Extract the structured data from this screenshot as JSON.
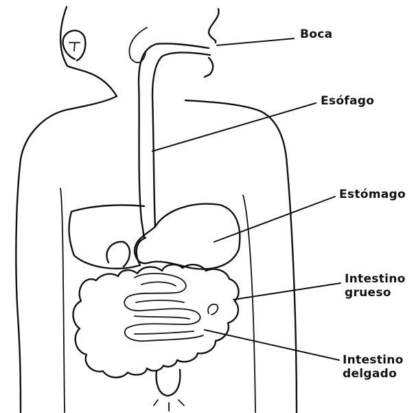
{
  "labels": {
    "mouth": "Boca",
    "esophagus": "Esófago",
    "stomach": "Estómago",
    "large_intestine": [
      "Intestino",
      "grueso"
    ],
    "small_intestine": [
      "Intestino",
      "delgado"
    ]
  }
}
